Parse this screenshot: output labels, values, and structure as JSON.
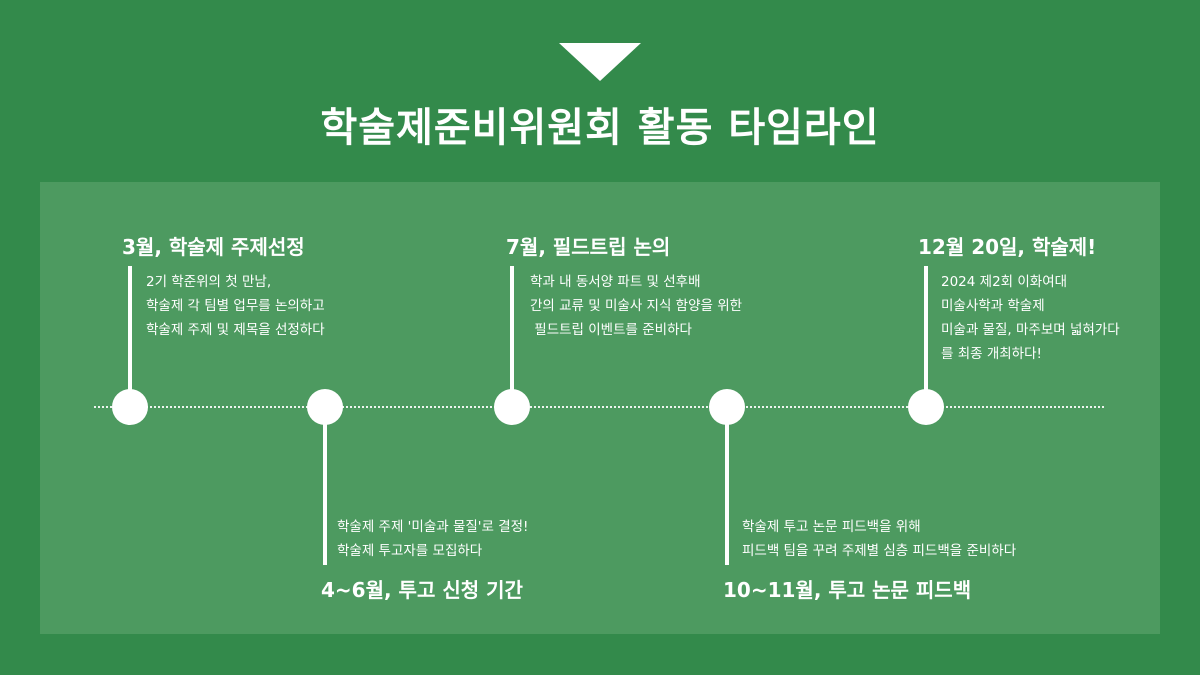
{
  "page": {
    "title": "학술제준비위원회 활동 타임라인"
  },
  "events": [
    {
      "title": "3월, 학술제 주제선정",
      "lines": [
        "2기 학준위의 첫 만남,",
        "학술제 각 팀별 업무를 논의하고",
        "학술제 주제 및 제목을 선정하다"
      ]
    },
    {
      "title": "4~6월, 투고 신청 기간",
      "lines": [
        "학술제 주제 '미술과 물질'로 결정!",
        "학술제 투고자를 모집하다"
      ]
    },
    {
      "title": "7월, 필드트립 논의",
      "lines": [
        "학과 내 동서양 파트 및 선후배",
        "간의 교류 및 미술사 지식 함양을 위한",
        " 필드트립 이벤트를 준비하다"
      ]
    },
    {
      "title": "10~11월, 투고 논문 피드백",
      "lines": [
        "학술제 투고 논문 피드백을 위해",
        "피드백 팀을 꾸려 주제별 심층 피드백을 준비하다"
      ]
    },
    {
      "title": "12월 20일, 학술제!",
      "lines": [
        "2024 제2회 이화여대",
        "미술사학과 학술제",
        "미술과 물질, 마주보며 넓혀가다",
        "를 최종 개최하다!"
      ]
    }
  ],
  "colors": {
    "background": "#338a4b",
    "panel": "#4d9a60",
    "foreground": "#ffffff"
  }
}
